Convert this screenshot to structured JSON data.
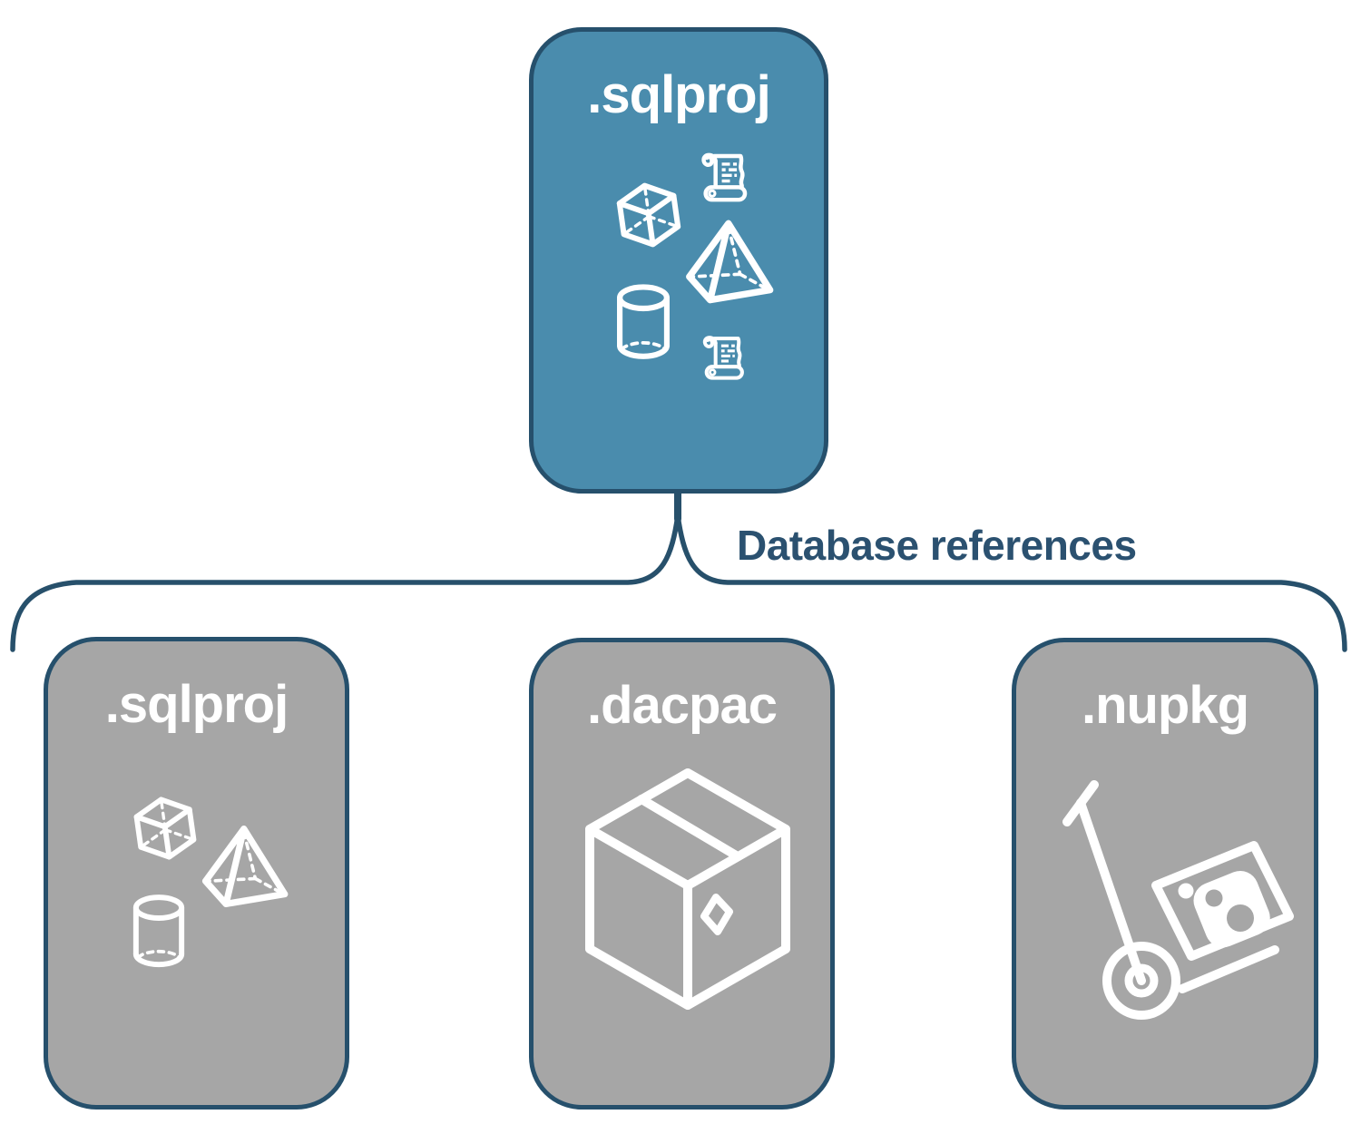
{
  "diagram": {
    "root": {
      "label": ".sqlproj",
      "icons": [
        "script-scroll-icon",
        "cube-icon",
        "pyramid-icon",
        "cylinder-icon",
        "script-scroll-icon"
      ]
    },
    "edge_label": "Database references",
    "children": [
      {
        "label": ".sqlproj",
        "icon": "sql-database-objects-icon"
      },
      {
        "label": ".dacpac",
        "icon": "package-box-icon"
      },
      {
        "label": ".nupkg",
        "icon": "nuget-hand-truck-icon"
      }
    ]
  },
  "colors": {
    "root_fill": "#4A8CAD",
    "child_fill": "#A6A6A6",
    "node_border": "#26506C",
    "connector_line": "#27506B",
    "edge_label_text": "#2B5170",
    "icon_stroke": "#FFFFFF"
  }
}
